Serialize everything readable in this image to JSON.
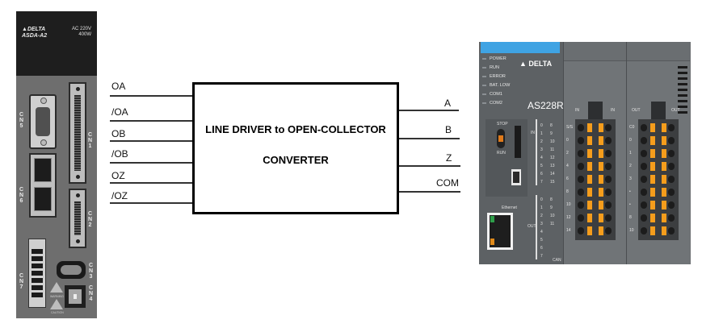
{
  "diagram": {
    "converter_box": {
      "title_line1": "LINE DRIVER to OPEN-COLLECTOR",
      "title_line2": "CONVERTER"
    },
    "input_signals": [
      "OA",
      "/OA",
      "OB",
      "/OB",
      "OZ",
      "/OZ"
    ],
    "output_signals": [
      "A",
      "B",
      "Z",
      "COM"
    ]
  },
  "servo_drive": {
    "brand": "DELTA",
    "model": "ASDA-A2",
    "rating_line1": "AC 220V",
    "rating_line2": "400W",
    "connectors": {
      "cn1": "CN1",
      "cn2": "CN2",
      "cn3": "CN3",
      "cn4": "CN4",
      "cn5": "CN5",
      "cn6": "CN6",
      "cn7": "CN7"
    },
    "warning_label": "WARNING",
    "caution_label": "CAUTION"
  },
  "plc": {
    "brand": "DELTA",
    "model": "AS228R",
    "status_leds": [
      "POWER",
      "RUN",
      "ERROR",
      "BAT. LOW",
      "COM1",
      "COM2"
    ],
    "switch_labels": [
      "STOP",
      "RUN"
    ],
    "ethernet_label": "Ethernet",
    "in_label": "IN",
    "out_label": "OUT",
    "can_label": "CAN",
    "in_indicators_left": [
      "0",
      "1",
      "2",
      "3",
      "4",
      "5",
      "6",
      "7"
    ],
    "in_indicators_right": [
      "8",
      "9",
      "10",
      "11",
      "12",
      "13",
      "14",
      "15"
    ],
    "out_indicators_left": [
      "0",
      "1",
      "2",
      "3",
      "4",
      "5",
      "6",
      "7"
    ],
    "out_indicators_right": [
      "8",
      "9",
      "10",
      "11"
    ],
    "input_module": {
      "header_left": "IN",
      "header_right": "IN",
      "terminal_labels": [
        "S/S",
        "0",
        "2",
        "4",
        "6",
        "8",
        "10",
        "12",
        "14"
      ]
    },
    "output_module": {
      "header_left": "OUT",
      "header_right": "OUT",
      "terminal_labels": [
        "C0",
        "0",
        "1",
        "2",
        "3",
        "•",
        "•",
        "8",
        "10"
      ]
    },
    "accent_color": "#3fa3e3",
    "terminal_color": "#f59d1c"
  }
}
